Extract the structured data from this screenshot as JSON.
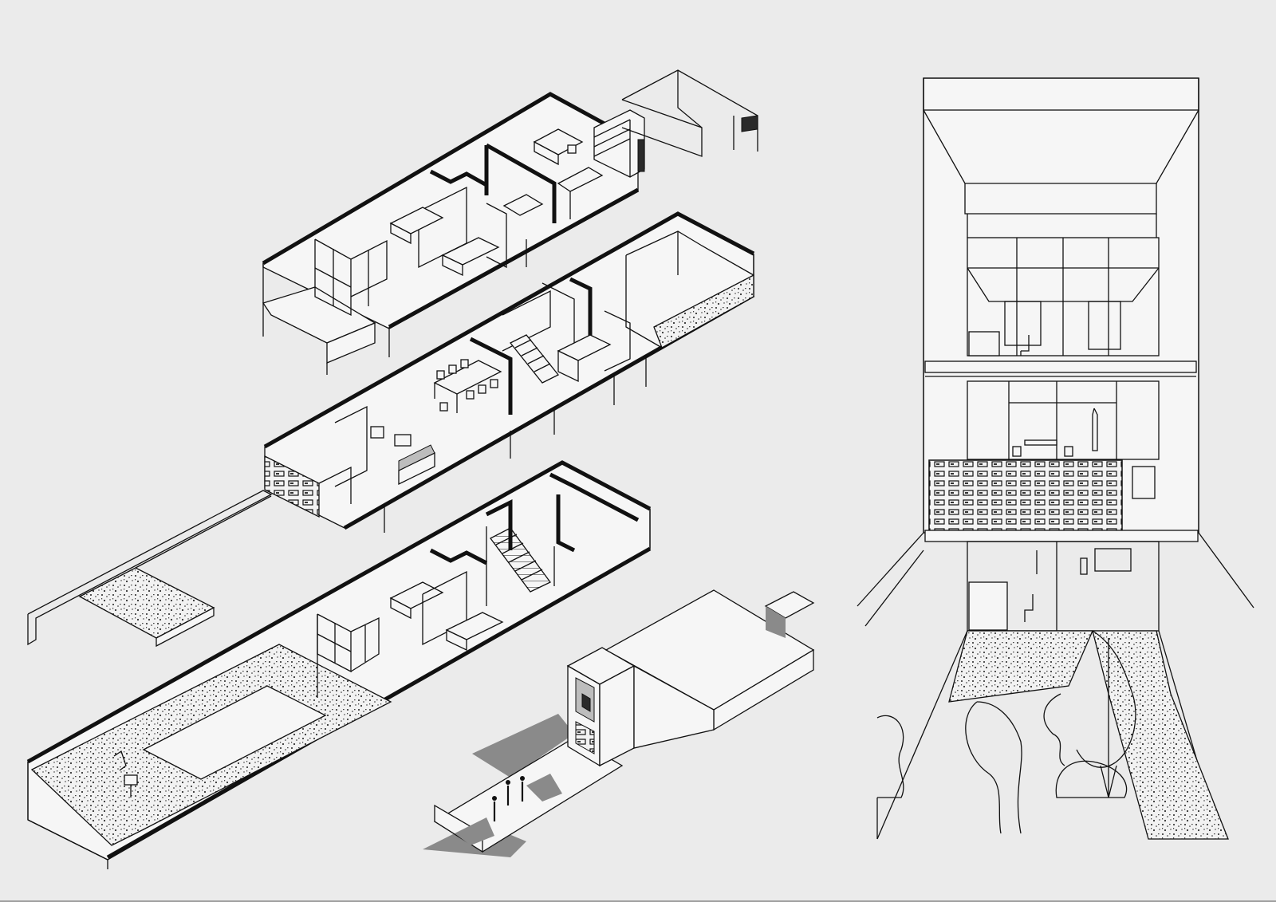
{
  "sheet": {
    "background": "#ebebeb",
    "line_color": "#111111",
    "shadow_color": "#8a8a8a"
  },
  "drawings": [
    {
      "kind": "exploded-axonometric",
      "levels": [
        "upper-floor",
        "middle-floor",
        "ground-floor"
      ]
    },
    {
      "kind": "massing-axonometric-with-shadows"
    },
    {
      "kind": "perspective-section"
    }
  ],
  "icons": [
    "stair",
    "chair",
    "table",
    "bed",
    "sofa",
    "tree",
    "person",
    "brick-screen",
    "gravel"
  ]
}
